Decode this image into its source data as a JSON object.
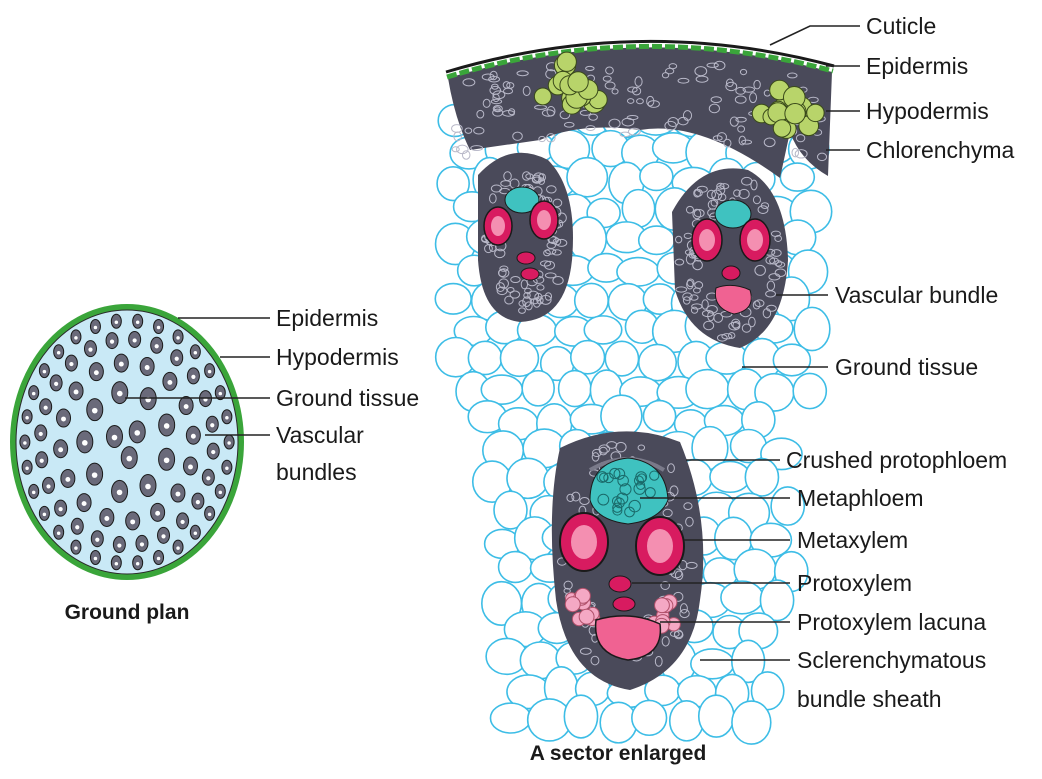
{
  "ground_plan": {
    "caption": "Ground plan",
    "labels": {
      "epidermis": "Epidermis",
      "hypodermis": "Hypodermis",
      "ground_tissue": "Ground tissue",
      "vascular_bundles_line1": "Vascular",
      "vascular_bundles_line2": "bundles"
    }
  },
  "sector": {
    "caption": "A sector enlarged",
    "labels": {
      "cuticle": "Cuticle",
      "epidermis": "Epidermis",
      "hypodermis": "Hypodermis",
      "chlorenchyma": "Chlorenchyma",
      "vascular_bundle": "Vascular bundle",
      "ground_tissue": "Ground tissue",
      "crushed_protophloem": "Crushed protophloem",
      "metaphloem": "Metaphloem",
      "metaxylem": "Metaxylem",
      "protoxylem": "Protoxylem",
      "protoxylem_lacuna": "Protoxylem lacuna",
      "sclerenchymatous_line1": "Sclerenchymatous",
      "sclerenchymatous_line2": "bundle sheath"
    }
  },
  "colors": {
    "epidermis_green": "#3aa53a",
    "ground_tissue_blue": "#c9e9f6",
    "parenchyma_outline": "#3dbde6",
    "sclerenchyma_dark": "#4a4a5a",
    "hypodermis_yellowgreen": "#b8d46a",
    "phloem_teal": "#3fc2c0",
    "xylem_magenta": "#d81b60",
    "lacuna_pink": "#f06292",
    "protoxylem_light_pink": "#f4a8c4"
  }
}
